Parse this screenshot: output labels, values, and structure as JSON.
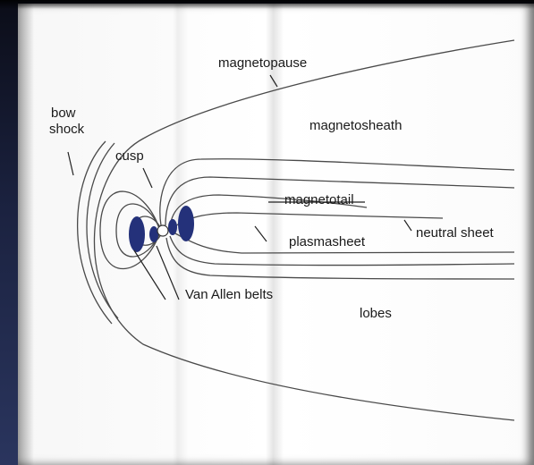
{
  "labels": {
    "magnetopause": "magnetopause",
    "bow": "bow",
    "shock": "shock",
    "magnetosheath": "magnetosheath",
    "cusp": "cusp",
    "magnetotail": "magnetotail",
    "neutral_sheet": "neutral sheet",
    "plasmasheet": "plasmasheet",
    "van_allen_belts": "Van Allen belts",
    "lobes": "lobes"
  },
  "colors": {
    "belt": "#24317a",
    "line": "#4a4a4a"
  }
}
